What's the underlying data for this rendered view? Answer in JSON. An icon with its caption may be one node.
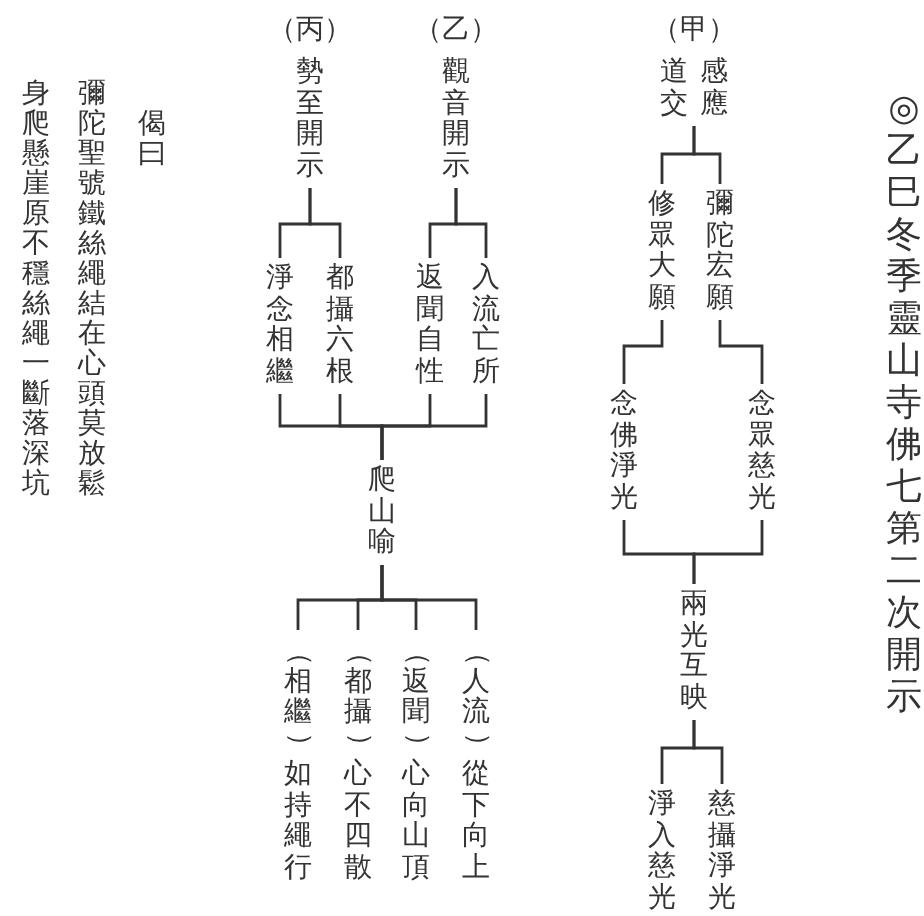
{
  "diagram": {
    "title": "◎乙巳冬季靈山寺佛七第二次開示",
    "nodes": [
      {
        "text": [
          "（甲）",
          "感應道交"
        ]
      },
      {
        "text": [
          "彌陀宏願"
        ]
      },
      {
        "text": [
          "修眾大願"
        ]
      },
      {
        "text": [
          "念眾慈光"
        ]
      },
      {
        "text": [
          "念佛淨光"
        ]
      },
      {
        "text": [
          "兩光互映"
        ]
      },
      {
        "text": [
          "慈攝淨光"
        ]
      },
      {
        "text": [
          "淨入慈光"
        ]
      },
      {
        "text": [
          "（乙）",
          "觀音開示"
        ]
      },
      {
        "text": [
          "（丙）",
          "勢至開示"
        ]
      },
      {
        "text": [
          "入流亡所"
        ]
      },
      {
        "text": [
          "返聞自性"
        ]
      },
      {
        "text": [
          "都攝六根"
        ]
      },
      {
        "text": [
          "淨念相繼"
        ]
      },
      {
        "text": [
          "爬山喻"
        ]
      },
      {
        "text": [
          "（人流）從下向上"
        ]
      },
      {
        "text": [
          "（返聞）心向山頂"
        ]
      },
      {
        "text": [
          "（都攝）心不四散"
        ]
      },
      {
        "text": [
          "（相繼）如持繩行"
        ]
      }
    ],
    "edges": [
      {
        "from": 0,
        "to": 1,
        "arrow": "none"
      },
      {
        "from": 0,
        "to": 2,
        "arrow": "none"
      },
      {
        "from": 1,
        "to": 3,
        "arrow": "none"
      },
      {
        "from": 2,
        "to": 4,
        "arrow": "none"
      },
      {
        "from": 3,
        "to": 5,
        "arrow": "none"
      },
      {
        "from": 4,
        "to": 5,
        "arrow": "none"
      },
      {
        "from": 5,
        "to": 6,
        "arrow": "none"
      },
      {
        "from": 5,
        "to": 7,
        "arrow": "none"
      },
      {
        "from": 8,
        "to": 10,
        "arrow": "none"
      },
      {
        "from": 8,
        "to": 11,
        "arrow": "none"
      },
      {
        "from": 9,
        "to": 12,
        "arrow": "none"
      },
      {
        "from": 9,
        "to": 13,
        "arrow": "none"
      },
      {
        "from": 10,
        "to": 14,
        "arrow": "none"
      },
      {
        "from": 11,
        "to": 14,
        "arrow": "none"
      },
      {
        "from": 12,
        "to": 14,
        "arrow": "none"
      },
      {
        "from": 13,
        "to": 14,
        "arrow": "none"
      },
      {
        "from": 14,
        "to": 15,
        "arrow": "none"
      },
      {
        "from": 14,
        "to": 16,
        "arrow": "none"
      },
      {
        "from": 14,
        "to": 17,
        "arrow": "none"
      },
      {
        "from": 14,
        "to": 18,
        "arrow": "none"
      }
    ],
    "labels": [
      "偈曰",
      "彌陀聖號鐵絲繩結在心頭莫放鬆",
      "身爬懸崖原不穩絲繩一斷落深坑"
    ]
  }
}
